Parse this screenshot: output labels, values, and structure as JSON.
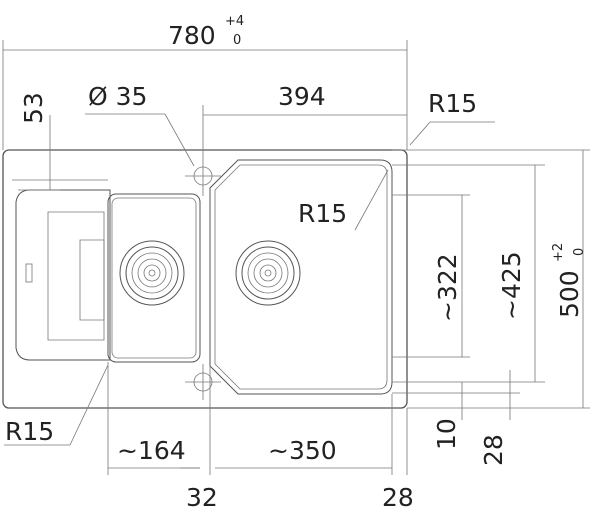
{
  "drawing": {
    "total_width": "780",
    "total_width_tol_top": "+4",
    "total_width_tol_bottom": "0",
    "depth": "500",
    "depth_tol_top": "+2",
    "depth_tol_bottom": "0",
    "tap_hole": "Ø 35",
    "bowl_width_top": "394",
    "edge_53": "53",
    "radius_outer": "R15",
    "radius_inner": "R15",
    "radius_left": "R15",
    "bowl_depth": "~322",
    "inner_depth": "~425",
    "small_bowl_width": "~164",
    "main_bowl_width": "~350",
    "gap_32": "32",
    "edge_28_bottom": "28",
    "edge_10": "10",
    "edge_28_right": "28"
  }
}
